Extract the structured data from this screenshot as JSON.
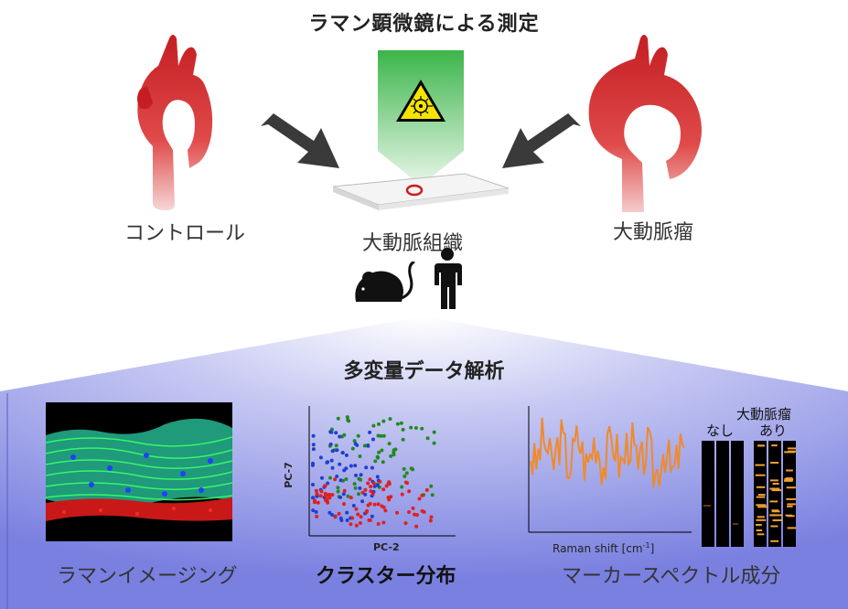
{
  "top": {
    "title": "ラマン顕微鏡による測定",
    "left_label": "コントロール",
    "center_label": "大動脈組織",
    "right_label": "大動脈瘤"
  },
  "analysis": {
    "title": "多変量データ解析",
    "imaging_caption": "ラマンイメージング",
    "cluster_caption": "クラスター分布",
    "marker_caption": "マーカースペクトル成分",
    "pca": {
      "xlabel": "PC-2",
      "ylabel": "PC-7"
    },
    "raman": {
      "xlabel": "Raman shift [cm",
      "xlabel_sup": "-1",
      "xlabel_end": "]"
    },
    "marker": {
      "header": "大動脈瘤",
      "none": "なし",
      "present": "あり"
    }
  },
  "colors": {
    "aorta_red": "#d0282a",
    "laser_green": "#3cb54a",
    "panel_blue": "#8a90e8",
    "spectrum_orange": "#f08a2a",
    "cluster_blue": "#1f3fd0",
    "cluster_red": "#e02020",
    "cluster_green": "#208a20"
  }
}
